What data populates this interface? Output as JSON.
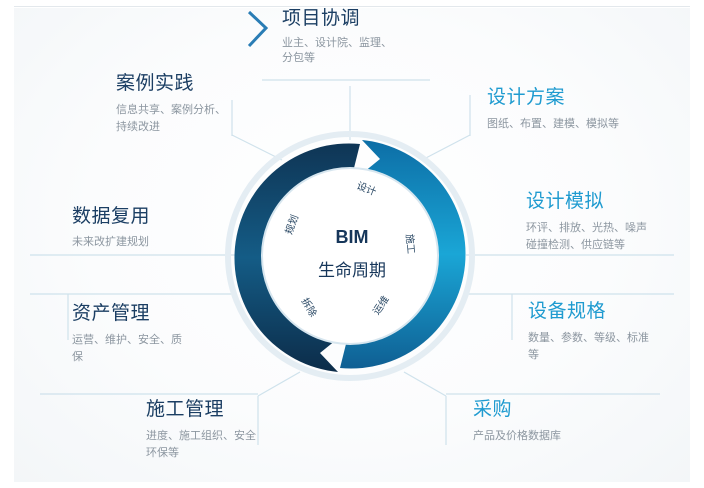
{
  "center": {
    "title": "BIM",
    "subtitle": "生命周期"
  },
  "ring_labels": {
    "design": "设计",
    "construction": "施工",
    "operation": "运维",
    "demolition": "拆除",
    "planning": "规划"
  },
  "nodes": {
    "project_coordination": {
      "title": "项目协调",
      "desc": "业主、设计院、监理、分包等"
    },
    "case_practice": {
      "title": "案例实践",
      "desc": "信息共享、案例分析、持续改进"
    },
    "design_scheme": {
      "title": "设计方案",
      "desc": "图纸、布置、建模、模拟等"
    },
    "data_reuse": {
      "title": "数据复用",
      "desc": "未来改扩建规划"
    },
    "design_simulation": {
      "title": "设计模拟",
      "desc": "环评、排放、光热、噪声碰撞检测、供应链等"
    },
    "asset_management": {
      "title": "资产管理",
      "desc": "运营、维护、安全、质保"
    },
    "equipment_specs": {
      "title": "设备规格",
      "desc": "数量、参数、等级、标准等"
    },
    "construction_management": {
      "title": "施工管理",
      "desc": "进度、施工组织、安全环保等"
    },
    "procurement": {
      "title": "采购",
      "desc": "产品及价格数据库"
    }
  },
  "colors": {
    "title_blue": "#1f9bd0",
    "title_navy": "#1b3e63",
    "ring_dark": "#0e2f4f",
    "ring_light": "#1aa6d6",
    "line": "#cfe2ec"
  }
}
